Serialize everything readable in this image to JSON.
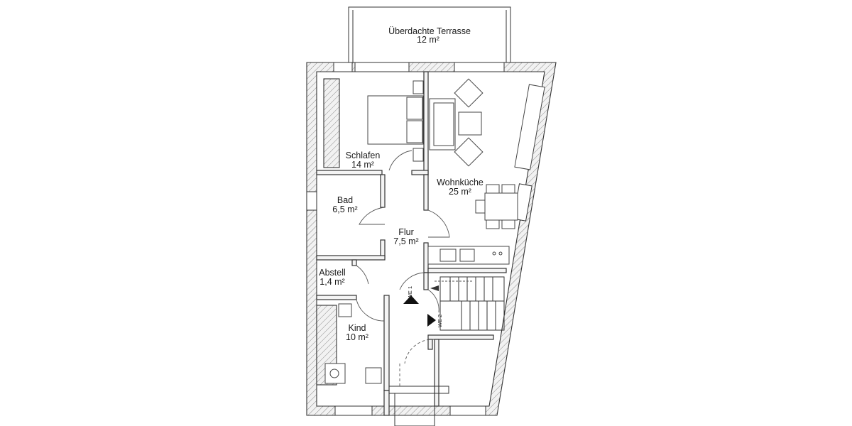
{
  "rooms": {
    "terrace": {
      "name": "Überdachte Terrasse",
      "area": "12 m²"
    },
    "bedroom": {
      "name": "Schlafen",
      "area": "14 m²"
    },
    "living": {
      "name": "Wohnküche",
      "area": "25 m²"
    },
    "bath": {
      "name": "Bad",
      "area": "6,5 m²"
    },
    "hall": {
      "name": "Flur",
      "area": "7,5 m²"
    },
    "storage": {
      "name": "Abstell",
      "area": "1,4 m²"
    },
    "child": {
      "name": "Kind",
      "area": "10 m²"
    }
  },
  "unit_markers": {
    "we1": "WE 1",
    "we2": "WE 2"
  }
}
